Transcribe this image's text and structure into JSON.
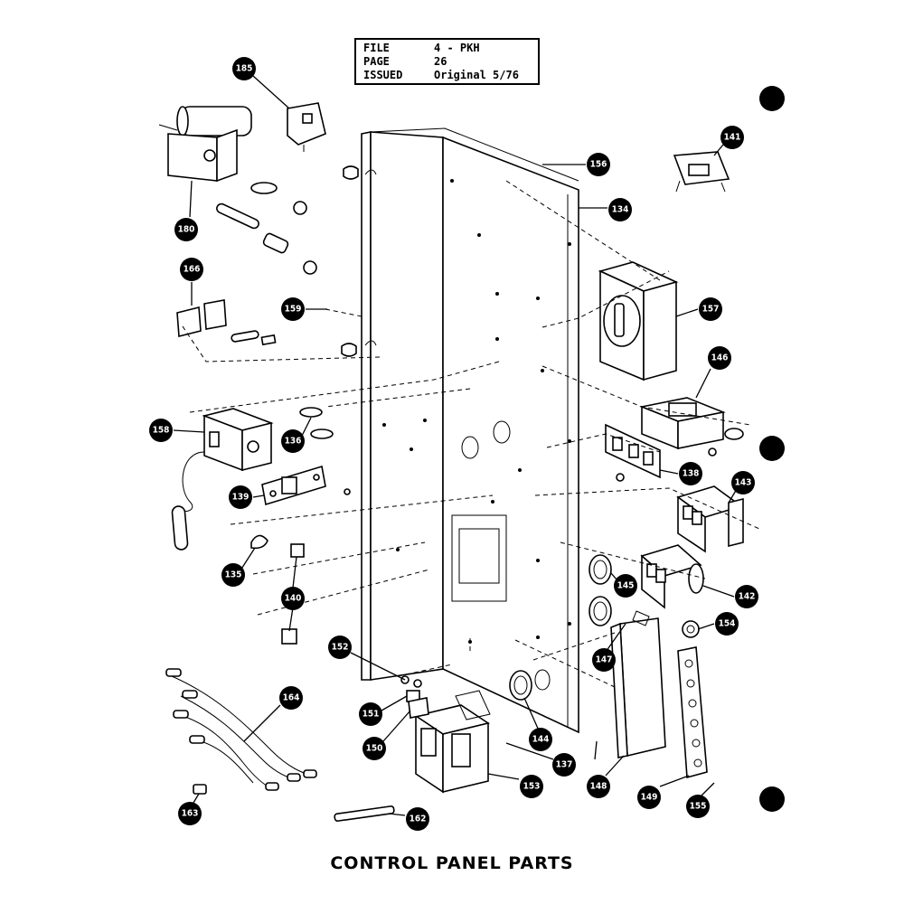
{
  "header": {
    "rows": [
      {
        "key": "FILE",
        "value": "4 - PKH"
      },
      {
        "key": "PAGE",
        "value": "26"
      },
      {
        "key": "ISSUED",
        "value": "Original 5/76"
      }
    ]
  },
  "caption": "CONTROL PANEL PARTS",
  "callouts": [
    "185",
    "141",
    "156",
    "134",
    "180",
    "166",
    "159",
    "157",
    "146",
    "158",
    "136",
    "138",
    "139",
    "143",
    "135",
    "140",
    "145",
    "142",
    "154",
    "147",
    "152",
    "164",
    "151",
    "150",
    "144",
    "137",
    "148",
    "149",
    "155",
    "153",
    "163",
    "162"
  ]
}
